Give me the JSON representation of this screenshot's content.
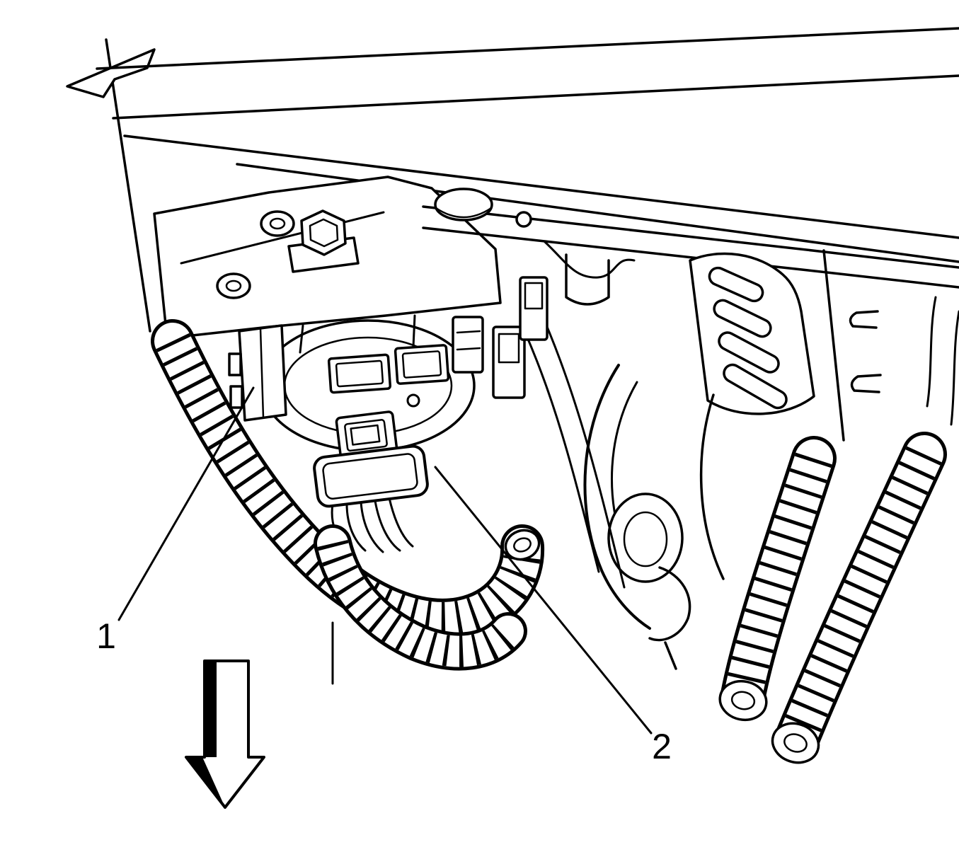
{
  "figure": {
    "background_color": "#ffffff",
    "line_color": "#000000",
    "callouts": [
      {
        "label": "1"
      },
      {
        "label": "2"
      }
    ],
    "arrow": {
      "direction": "down"
    }
  }
}
